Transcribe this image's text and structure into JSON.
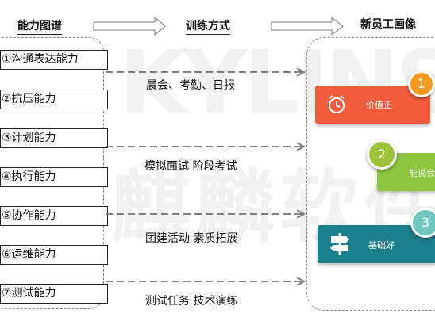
{
  "headers": {
    "left": "能力图谱",
    "middle": "训练方式",
    "right": "新员工画像"
  },
  "skills": [
    "①沟通表达能力",
    "②抗压能力",
    "③计划能力",
    "④执行能力",
    "⑤协作能力",
    "⑥运维能力",
    "⑦测试能力"
  ],
  "methods": [
    "晨会、考勤、日报",
    "模拟面试  阶段考试",
    "团建活动  素质拓展",
    "测试任务  技术演练"
  ],
  "cards": [
    {
      "number": "1",
      "label": "价值正",
      "color": "#ef5b3b",
      "badge_color": "#f59a1e",
      "icon": "alarm-clock-icon"
    },
    {
      "number": "2",
      "label": "能说会",
      "color": "#8dc63f",
      "badge_color": "#9cc33b",
      "icon": ""
    },
    {
      "number": "3",
      "label": "基础好",
      "color": "#1b7f8c",
      "badge_color": "#6fc7bd",
      "icon": "signpost-icon"
    }
  ],
  "watermark": {
    "line1": "KYLINSO",
    "line2": "麒麟软件"
  },
  "colors": {
    "arrow": "#7f7f7f",
    "dash_border": "#888888"
  }
}
